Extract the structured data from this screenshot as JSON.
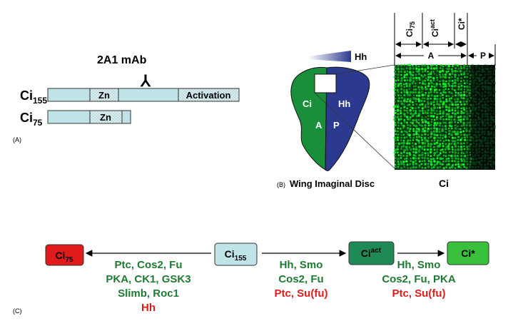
{
  "colors": {
    "protein_fill": "#bfe3e6",
    "zn_fill": "#d8eef0",
    "anterior_green": "#1a8f3a",
    "posterior_blue": "#2b3a8f",
    "green_text": "#1f7a33",
    "red_text": "#e01b1b",
    "ci75_box": "#e01b1b",
    "ci155_box": "#bfe3e6",
    "ciact_box": "#1f8a55",
    "cistar_box": "#39c03c",
    "micro_bg": "#0a2a12"
  },
  "panelA": {
    "label": "(A)",
    "antibody": "2A1 mAb",
    "antibody_glyph": "⅄",
    "ci155": {
      "base": "Ci",
      "sub": "155"
    },
    "ci75": {
      "base": "Ci",
      "sub": "75"
    },
    "zn": "Zn",
    "activation": "Activation"
  },
  "panelB": {
    "label": "(B)",
    "hh_gradient_label": "Hh",
    "disc_ci": "Ci",
    "disc_hh": "Hh",
    "disc_a": "A",
    "disc_p": "P",
    "caption": "Wing Imaginal Disc",
    "micrograph_caption": "Ci",
    "col_ci75": {
      "base": "Ci",
      "sub": "75"
    },
    "col_ciact": {
      "base": "Ci",
      "sup": "act"
    },
    "col_cistar": {
      "base": "Ci*"
    },
    "region_a": "A",
    "region_p": "P"
  },
  "panelC": {
    "label": "(C)",
    "ci75_box": {
      "base": "Ci",
      "sub": "75"
    },
    "ci155_box": {
      "base": "Ci",
      "sub": "155"
    },
    "ciact_box": {
      "base": "Ci",
      "sup": "act"
    },
    "cistar_box": "Ci*",
    "left_lines": [
      "Ptc, Cos2, Fu",
      "PKA, CK1, GSK3",
      "Slimb, Roc1"
    ],
    "left_red": "Hh",
    "mid_lines": [
      "Hh, Smo",
      "Cos2, Fu"
    ],
    "mid_red": "Ptc, Su(fu)",
    "right_lines": [
      "Hh, Smo",
      "Cos2, Fu, PKA"
    ],
    "right_red": "Ptc, Su(fu)"
  }
}
